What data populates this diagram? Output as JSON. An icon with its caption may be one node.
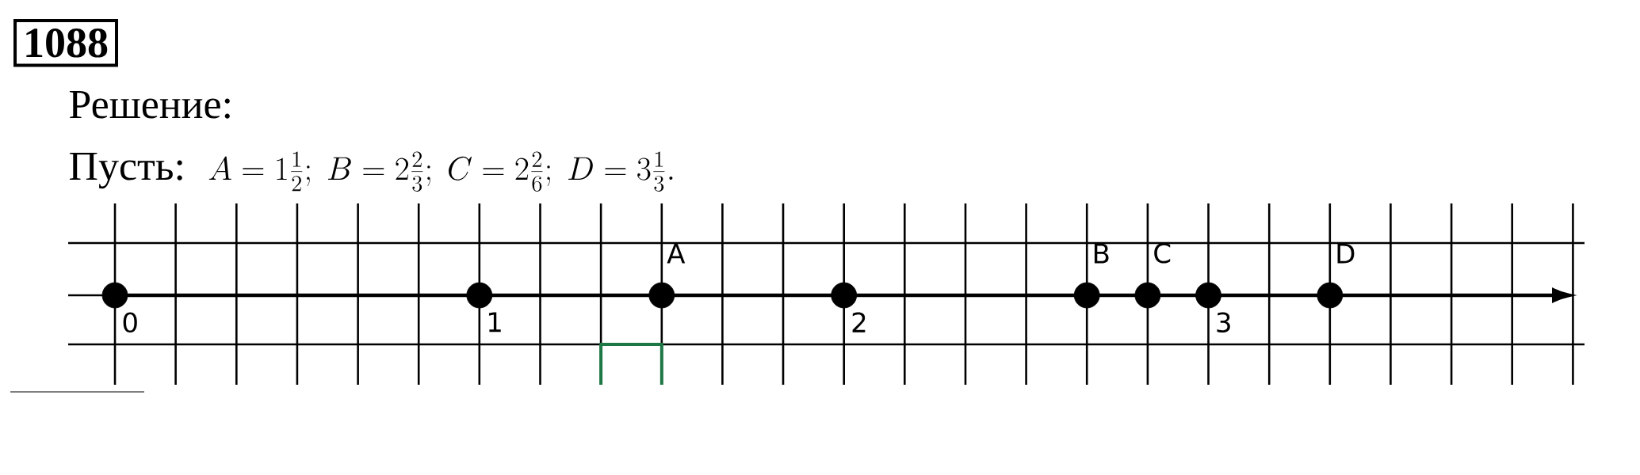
{
  "diagram": {
    "title": "1088",
    "nodes": [
      {
        "text": [],
        "shape": "circle",
        "beside": [
          "0"
        ]
      },
      {
        "text": [],
        "shape": "circle",
        "beside": [
          "1"
        ]
      },
      {
        "text": [],
        "shape": "circle",
        "beside": [
          "A"
        ]
      },
      {
        "text": [],
        "shape": "circle",
        "beside": [
          "2"
        ]
      },
      {
        "text": [],
        "shape": "circle",
        "beside": [
          "B"
        ]
      },
      {
        "text": [],
        "shape": "circle",
        "beside": [
          "C"
        ]
      },
      {
        "text": [],
        "shape": "circle",
        "beside": [
          "3"
        ]
      },
      {
        "text": [],
        "shape": "circle",
        "beside": [
          "D"
        ]
      }
    ],
    "labels": [
      "Решение:",
      "Пусть:",
      "A = 1\\frac{1}{2};\\ B = 2\\frac{2}{3};\\ C = 2\\frac{2}{6};\\ D = 3\\frac{1}{3}."
    ]
  }
}
